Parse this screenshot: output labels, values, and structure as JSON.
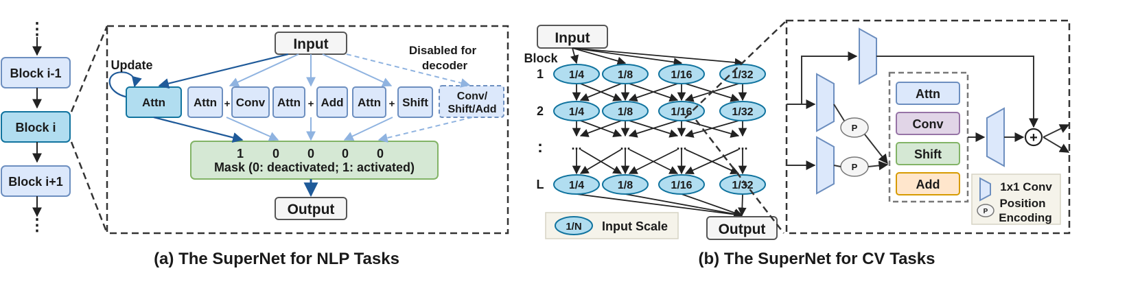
{
  "nlp": {
    "stack": {
      "dots_top": "⋮",
      "blocks": [
        "Block i-1",
        "Block i",
        "Block i+1"
      ],
      "dots_bottom": "⋮"
    },
    "input": "Input",
    "output": "Output",
    "update": "Update",
    "attn": "Attn",
    "pairs": [
      {
        "a": "Attn",
        "b": "Conv"
      },
      {
        "a": "Attn",
        "b": "Add"
      },
      {
        "a": "Attn",
        "b": "Shift"
      }
    ],
    "plus": "+",
    "disabled_note": [
      "Disabled for",
      "decoder"
    ],
    "conv_shift_add": [
      "Conv/",
      "Shift/Add"
    ],
    "mask_values": [
      "1",
      "0",
      "0",
      "0",
      "0"
    ],
    "mask_label": "Mask (0: deactivated; 1: activated)",
    "caption": "(a) The SuperNet for NLP Tasks"
  },
  "cv": {
    "input": "Input",
    "output": "Output",
    "block_header": "Block",
    "rows": [
      {
        "label": "1",
        "scales": [
          "1/4",
          "1/8",
          "1/16",
          "1/32"
        ]
      },
      {
        "label": "2",
        "scales": [
          "1/4",
          "1/8",
          "1/16",
          "1/32"
        ]
      },
      {
        "label": ":",
        "scales": [
          "...",
          "...",
          "...",
          "..."
        ]
      },
      {
        "label": "L",
        "scales": [
          "1/4",
          "1/8",
          "1/16",
          "1/32"
        ]
      }
    ],
    "legend_scale": {
      "symbol": "1/N",
      "text": "Input Scale"
    },
    "ops": [
      "Attn",
      "Conv",
      "Shift",
      "Add"
    ],
    "op_colors": {
      "Attn": {
        "fill": "#dce8fb",
        "stroke": "#6c8ebf"
      },
      "Conv": {
        "fill": "#e1d5e7",
        "stroke": "#9673a6"
      },
      "Shift": {
        "fill": "#d5e8d4",
        "stroke": "#82b366"
      },
      "Add": {
        "fill": "#ffe6cc",
        "stroke": "#d79b00"
      }
    },
    "pe_symbol": "P",
    "sum_symbol": "+",
    "legend_conv": "1x1 Conv",
    "legend_pe": [
      "Position",
      "Encoding"
    ],
    "caption": "(b) The SuperNet for CV Tasks"
  }
}
